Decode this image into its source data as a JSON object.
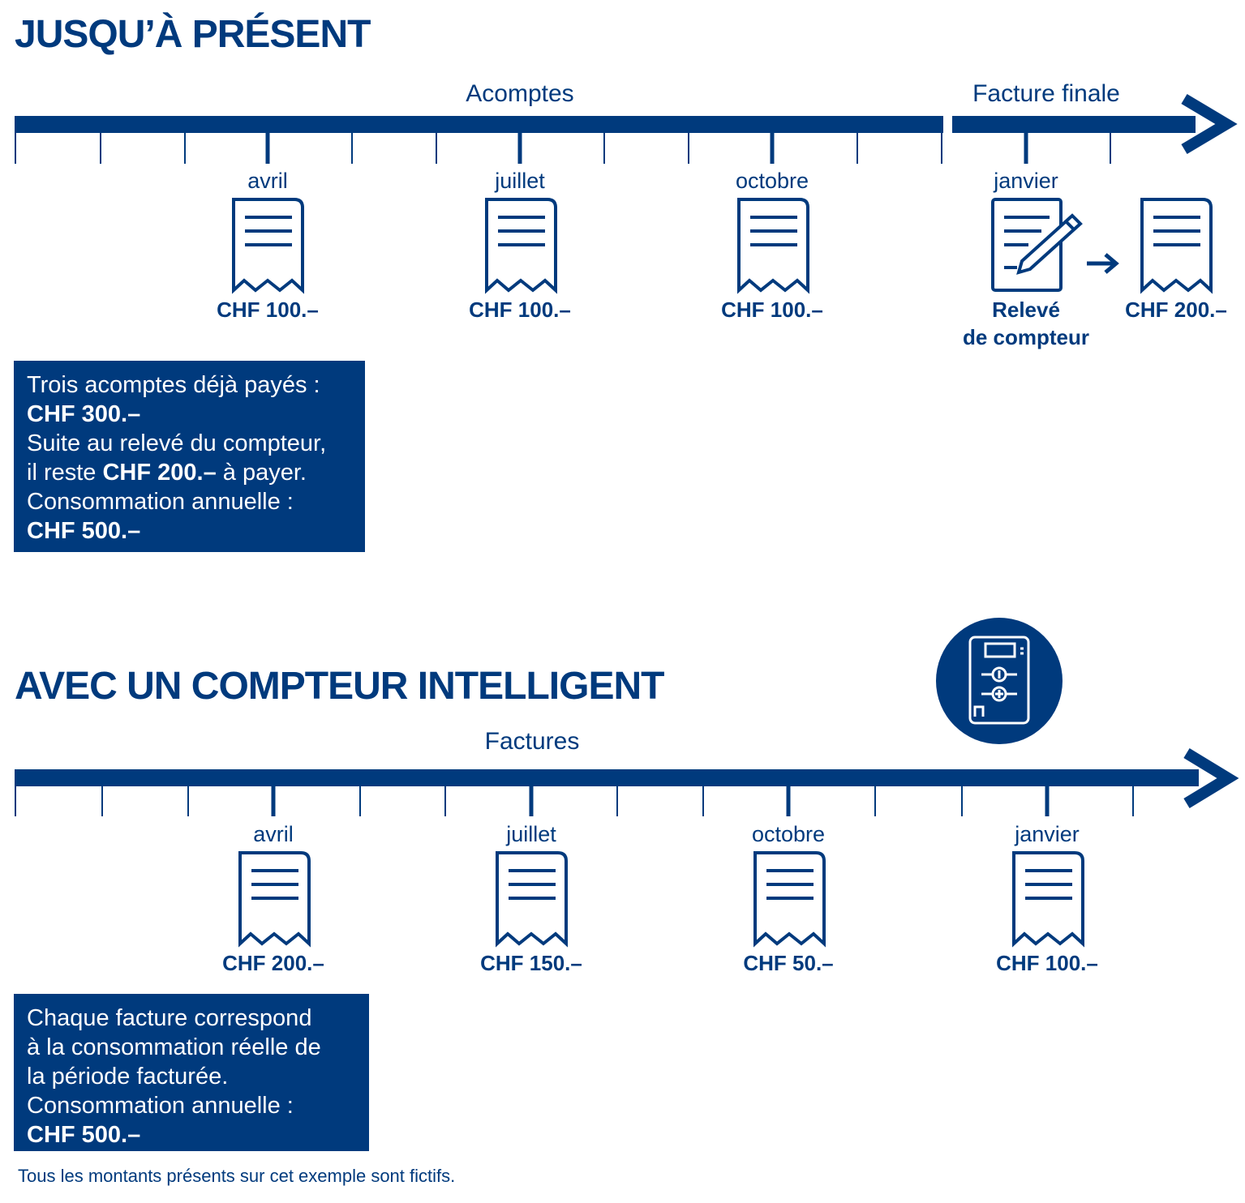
{
  "colors": {
    "primary": "#003a7d",
    "background": "#ffffff",
    "box_text": "#ffffff"
  },
  "section1": {
    "title": "JUSQU’À PRÉSENT",
    "band_left": "Acomptes",
    "band_right": "Facture finale",
    "months": [
      "avril",
      "juillet",
      "octobre",
      "janvier"
    ],
    "amounts": [
      "CHF 100.–",
      "CHF 100.–",
      "CHF 100.–"
    ],
    "meter_reading_line1": "Relevé",
    "meter_reading_line2": "de compteur",
    "final_amount": "CHF 200.–",
    "box": {
      "l1": "Trois acomptes déjà payés :",
      "l2": "CHF 300.–",
      "l3": "Suite au relevé du compteur,",
      "l4a": "il reste ",
      "l4b": "CHF 200.–",
      "l4c": " à payer.",
      "l5": "Consommation annuelle :",
      "l6": "CHF 500.–"
    }
  },
  "section2": {
    "title": "AVEC UN COMPTEUR INTELLIGENT",
    "band": "Factures",
    "months": [
      "avril",
      "juillet",
      "octobre",
      "janvier"
    ],
    "amounts": [
      "CHF 200.–",
      "CHF 150.–",
      "CHF 50.–",
      "CHF 100.–"
    ],
    "box": {
      "l1": "Chaque facture correspond",
      "l2": "à la consommation réelle de",
      "l3": "la période facturée.",
      "l4": "Consommation annuelle :",
      "l5": "CHF 500.–"
    }
  },
  "footnote": "Tous les montants présents sur cet exemple sont fictifs.",
  "icons": [
    "invoice-icon",
    "meter-reading-icon",
    "arrow-right-icon",
    "smart-meter-icon"
  ]
}
